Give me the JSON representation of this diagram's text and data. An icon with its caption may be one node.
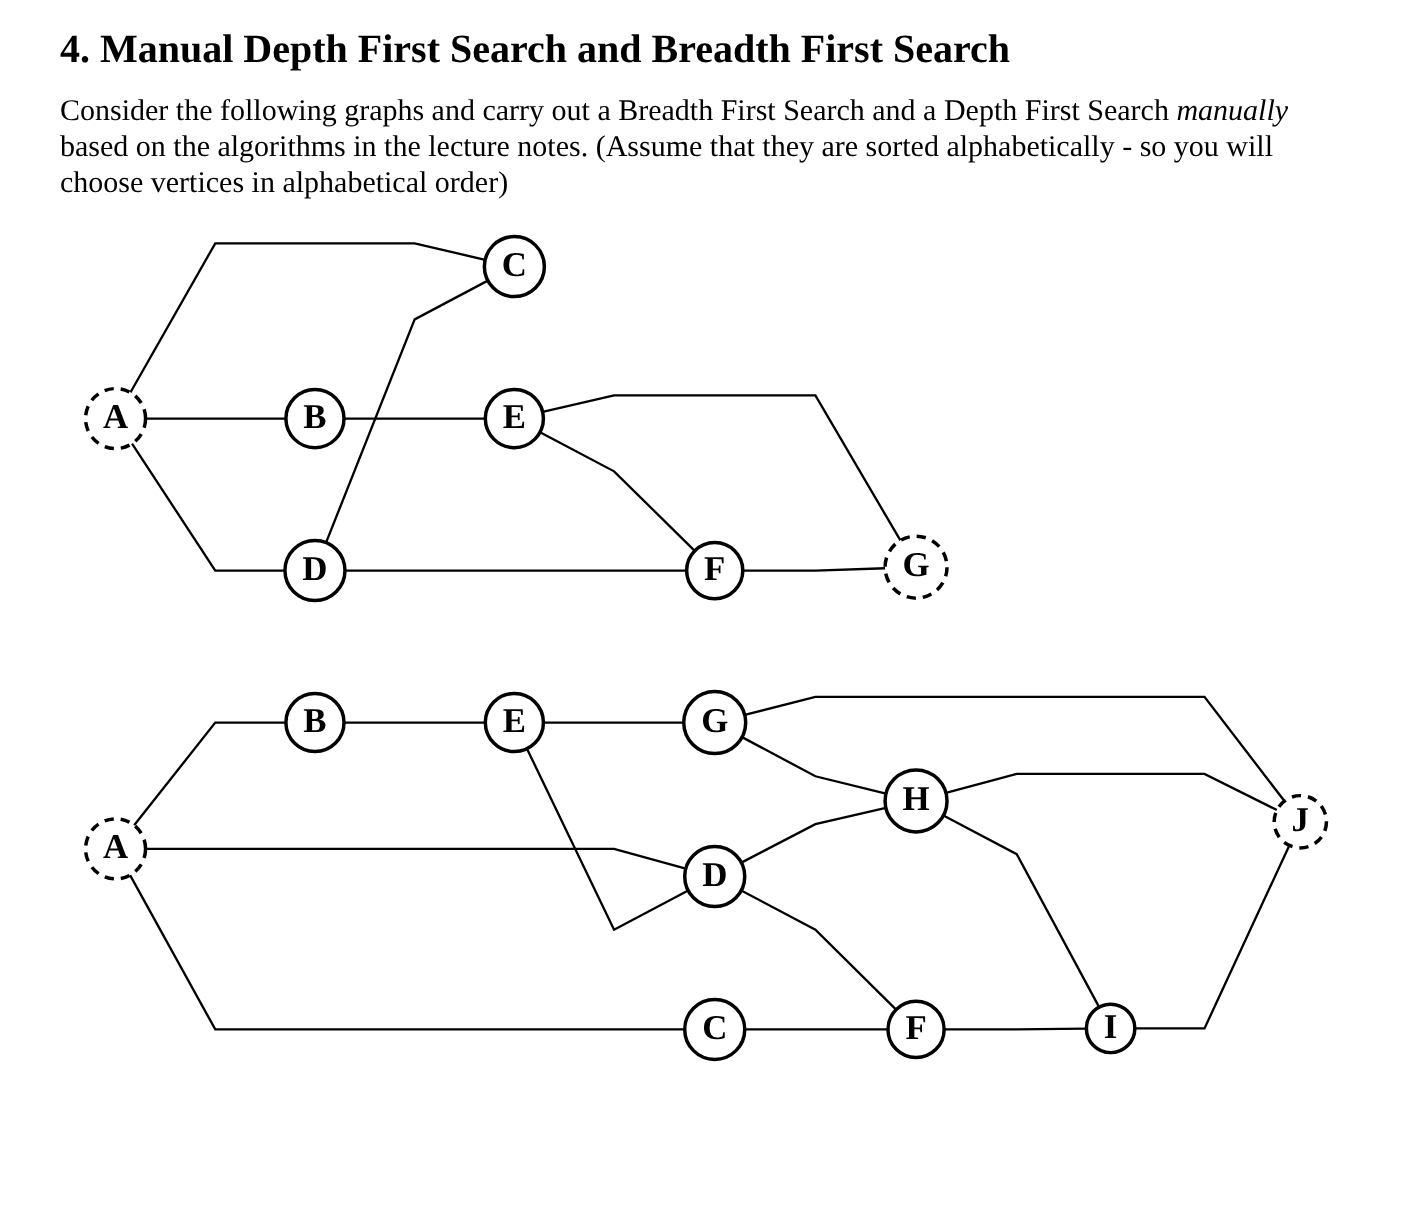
{
  "diagram": {
    "title": "4. Manual Depth First Search and Breadth First Search",
    "nodes": [
      {
        "text": [
          "A"
        ]
      },
      {
        "text": [
          "B"
        ]
      },
      {
        "text": [
          "C"
        ]
      },
      {
        "text": [
          "D"
        ]
      },
      {
        "text": [
          "E"
        ]
      },
      {
        "text": [
          "F"
        ]
      },
      {
        "text": [
          "G"
        ]
      },
      {
        "text": [
          "A"
        ]
      },
      {
        "text": [
          "B"
        ]
      },
      {
        "text": [
          "C"
        ]
      },
      {
        "text": [
          "D"
        ]
      },
      {
        "text": [
          "E"
        ]
      },
      {
        "text": [
          "F"
        ]
      },
      {
        "text": [
          "G"
        ]
      },
      {
        "text": [
          "H"
        ]
      },
      {
        "text": [
          "I"
        ]
      },
      {
        "text": [
          "J"
        ]
      }
    ],
    "edges": [
      {
        "from": 0,
        "to": 1,
        "arrow": "none"
      },
      {
        "from": 0,
        "to": 3,
        "arrow": "none"
      },
      {
        "from": 0,
        "to": 2,
        "arrow": "none"
      },
      {
        "from": 1,
        "to": 4,
        "arrow": "none"
      },
      {
        "from": 4,
        "to": 5,
        "arrow": "none"
      },
      {
        "from": 4,
        "to": 6,
        "arrow": "none"
      },
      {
        "from": 3,
        "to": 5,
        "arrow": "none"
      },
      {
        "from": 3,
        "to": 2,
        "arrow": "none"
      },
      {
        "from": 5,
        "to": 6,
        "arrow": "none"
      },
      {
        "from": 7,
        "to": 8,
        "arrow": "none"
      },
      {
        "from": 7,
        "to": 10,
        "arrow": "none"
      },
      {
        "from": 7,
        "to": 9,
        "arrow": "none"
      },
      {
        "from": 8,
        "to": 11,
        "arrow": "none"
      },
      {
        "from": 11,
        "to": 13,
        "arrow": "none"
      },
      {
        "from": 11,
        "to": 10,
        "arrow": "none"
      },
      {
        "from": 13,
        "to": 14,
        "arrow": "none"
      },
      {
        "from": 13,
        "to": 16,
        "arrow": "none"
      },
      {
        "from": 10,
        "to": 14,
        "arrow": "none"
      },
      {
        "from": 14,
        "to": 16,
        "arrow": "none"
      },
      {
        "from": 10,
        "to": 12,
        "arrow": "none"
      },
      {
        "from": 14,
        "to": 15,
        "arrow": "none"
      },
      {
        "from": 9,
        "to": 12,
        "arrow": "none"
      },
      {
        "from": 12,
        "to": 15,
        "arrow": "none"
      },
      {
        "from": 15,
        "to": 16,
        "arrow": "none"
      }
    ],
    "labels": [
      "Consider the following graphs and carry out a Breadth First Search and a Depth First Search *manually* based on the algorithms in the lecture notes. (Assume that they are sorted alphabetically - so you will choose vertices in alphabetical order)"
    ]
  }
}
